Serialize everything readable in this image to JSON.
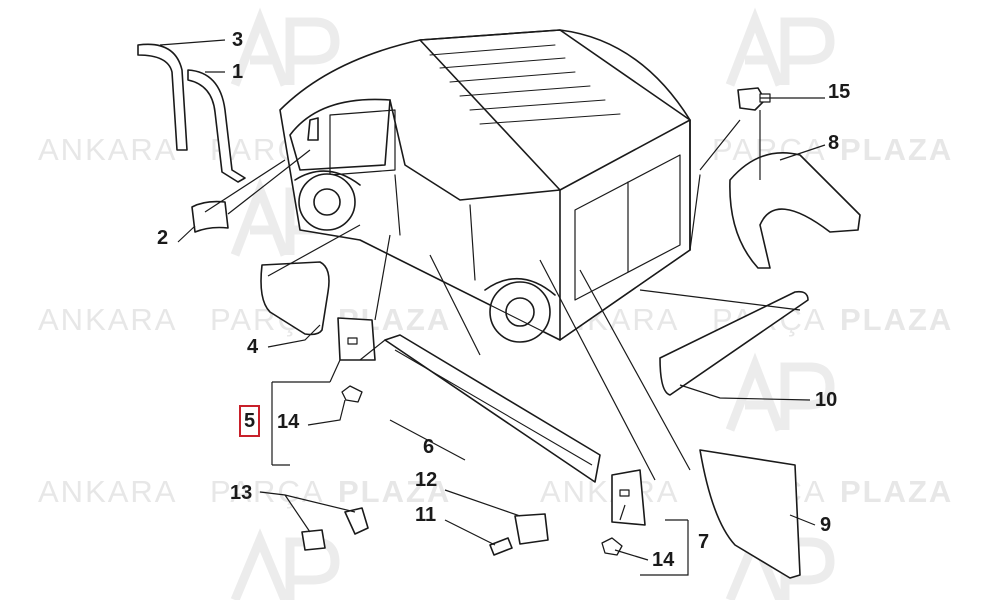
{
  "watermark": {
    "word_left": "ANKARA",
    "word_mid": "PARÇA",
    "word_right": "PLAZA",
    "color": "#e7e7e7"
  },
  "callouts": {
    "c1": "1",
    "c2": "2",
    "c3": "3",
    "c4": "4",
    "c5": "5",
    "c6": "6",
    "c7": "7",
    "c8": "8",
    "c9": "9",
    "c10": "10",
    "c11": "11",
    "c12": "12",
    "c13": "13",
    "c14a": "14",
    "c14b": "14",
    "c15": "15"
  },
  "highlight": {
    "label": "5",
    "color": "#c8202a"
  }
}
